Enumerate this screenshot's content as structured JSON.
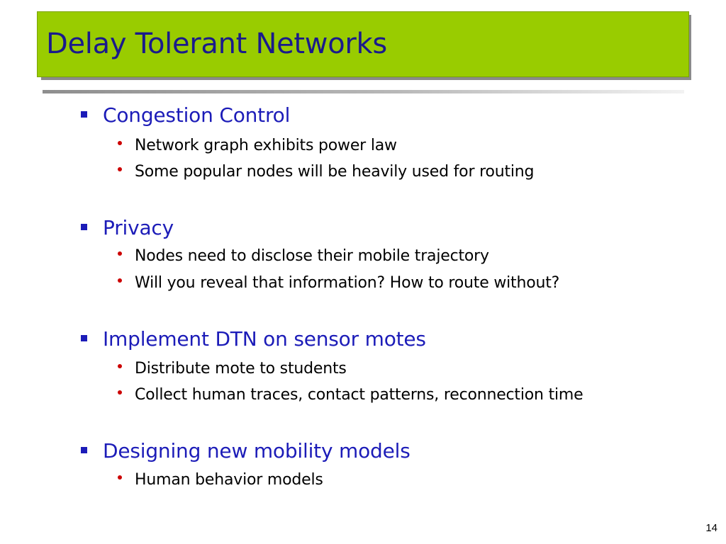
{
  "slide": {
    "title": "Delay Tolerant Networks",
    "page_number": "14",
    "colors": {
      "title_bg": "#99cc00",
      "title_text": "#1a1a8c",
      "heading_text": "#1c1cb8",
      "sub_bullet": "#cc0000"
    },
    "sections": [
      {
        "heading": "Congestion Control",
        "items": [
          "Network graph exhibits power law",
          "Some popular nodes will be heavily used for routing"
        ]
      },
      {
        "heading": "Privacy",
        "items": [
          "Nodes need to disclose their mobile trajectory",
          "Will you reveal that information? How to route without?"
        ]
      },
      {
        "heading": "Implement DTN on sensor motes",
        "items": [
          "Distribute mote to students",
          "Collect human traces, contact patterns, reconnection time"
        ]
      },
      {
        "heading": "Designing new mobility models",
        "items": [
          "Human behavior models"
        ]
      }
    ]
  }
}
